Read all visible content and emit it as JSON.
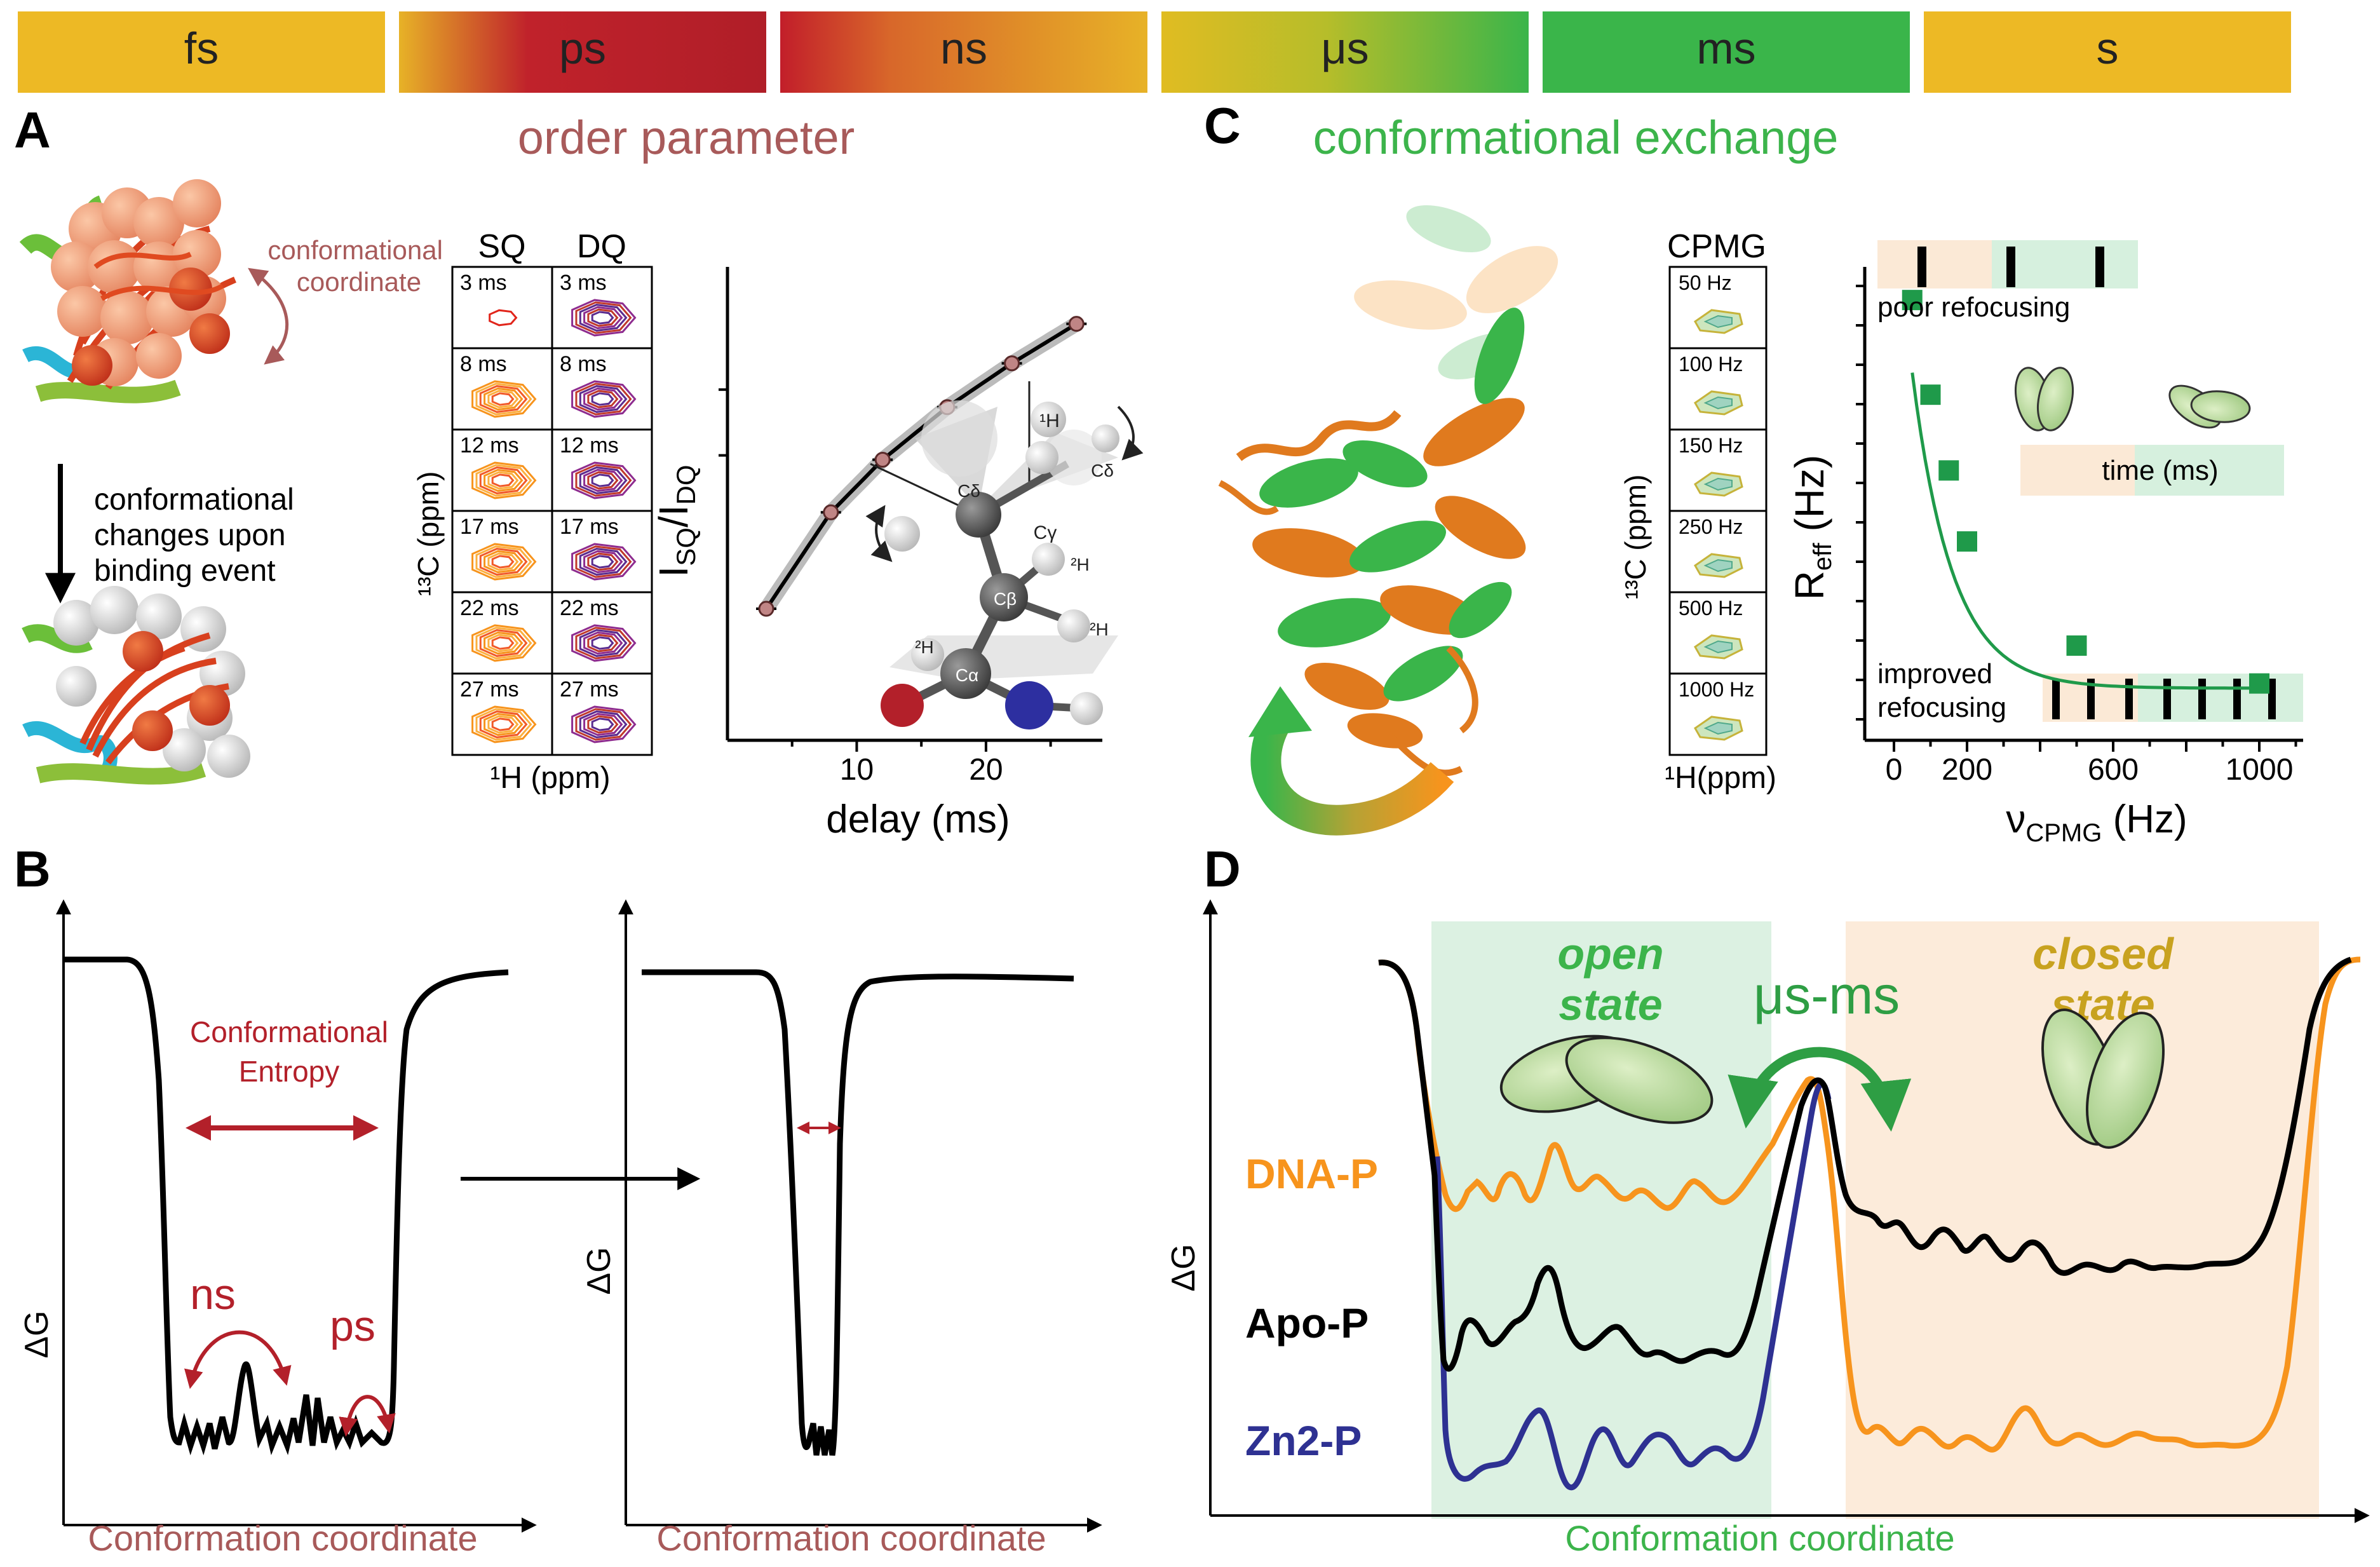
{
  "timescales": [
    {
      "label": "fs",
      "color_from": "#EDB925",
      "color_to": "#EDB925"
    },
    {
      "label": "ps",
      "color_from": "#E7B227",
      "color_to": "#B01E28"
    },
    {
      "label": "ns",
      "color_from": "#C21E2A",
      "color_to": "#E7B227"
    },
    {
      "label": "μs",
      "color_from": "#D8C021",
      "color_to": "#3AB54A"
    },
    {
      "label": "ms",
      "color_from": "#3AB54A",
      "color_to": "#3AB54A"
    },
    {
      "label": "s",
      "color_from": "#EDB925",
      "color_to": "#EDB925"
    }
  ],
  "colors": {
    "maroon": "#A85A5A",
    "red": "#B3202A",
    "green": "#3CB44B",
    "orange": "#F7941D",
    "navy": "#2E3192",
    "gold": "#C8A21F",
    "curvegreen": "#1F9A4A"
  },
  "panelA": {
    "letter": "A",
    "title": "order parameter",
    "conf_coord": "conformational\ncoordinate",
    "arrow_text": [
      "conformational",
      "changes upon",
      "binding event"
    ],
    "spectra": {
      "sq_label": "SQ",
      "dq_label": "DQ",
      "delays": [
        "3 ms",
        "8 ms",
        "12 ms",
        "17 ms",
        "22 ms",
        "27 ms"
      ],
      "y_axis": "¹³C  (ppm)",
      "x_axis": "¹H  (ppm)"
    },
    "plot": {
      "ylabel": "ISQ/IDQ",
      "xlabel": "delay (ms)",
      "xticks": [
        "10",
        "20"
      ],
      "atoms": [
        "¹H",
        "Cδ",
        "Cδ",
        "Cγ",
        "²H",
        "Cβ",
        "²H",
        "²H",
        "Cα"
      ]
    }
  },
  "chart_data": {
    "type": "line",
    "title": "",
    "xlabel": "delay (ms)",
    "ylabel": "ISQ/IDQ",
    "x": [
      3,
      8,
      12,
      17,
      22,
      27
    ],
    "series": [
      {
        "name": "",
        "values": [
          0.3,
          0.52,
          0.64,
          0.76,
          0.86,
          0.95
        ]
      }
    ],
    "xlim": [
      0,
      29
    ],
    "ylim": [
      0,
      1.08
    ]
  },
  "panelB": {
    "letter": "B",
    "entropy_label": [
      "Conformational",
      "Entropy"
    ],
    "ns": "ns",
    "ps": "ps",
    "ylabel": "ΔG",
    "xlabel": "Conformation coordinate"
  },
  "panelC": {
    "letter": "C",
    "title": "conformational exchange",
    "cpmg_title": "CPMG",
    "frequencies": [
      "50 Hz",
      "100 Hz",
      "150 Hz",
      "250 Hz",
      "500 Hz",
      "1000 Hz"
    ],
    "y_axis": "¹³C (ppm)",
    "x_axis": "¹H(ppm)",
    "poor": "poor refocusing",
    "improved": [
      "improved",
      "refocusing"
    ],
    "time": "time (ms)",
    "ylabel": "Reff (Hz)",
    "xlabel": "νCPMG (Hz)",
    "xticks": [
      "0",
      "200",
      "600",
      "1000"
    ],
    "points": [
      [
        50,
        0.93
      ],
      [
        100,
        0.73
      ],
      [
        150,
        0.57
      ],
      [
        200,
        0.42
      ],
      [
        500,
        0.2
      ],
      [
        1000,
        0.12
      ]
    ]
  },
  "panelD": {
    "letter": "D",
    "open": [
      "open",
      "state"
    ],
    "closed": [
      "closed",
      "state"
    ],
    "exchange": "μs-ms",
    "labels": [
      "DNA-P",
      "Apo-P",
      "Zn2-P"
    ],
    "ylabel": "ΔG",
    "xlabel": "Conformation coordinate"
  }
}
